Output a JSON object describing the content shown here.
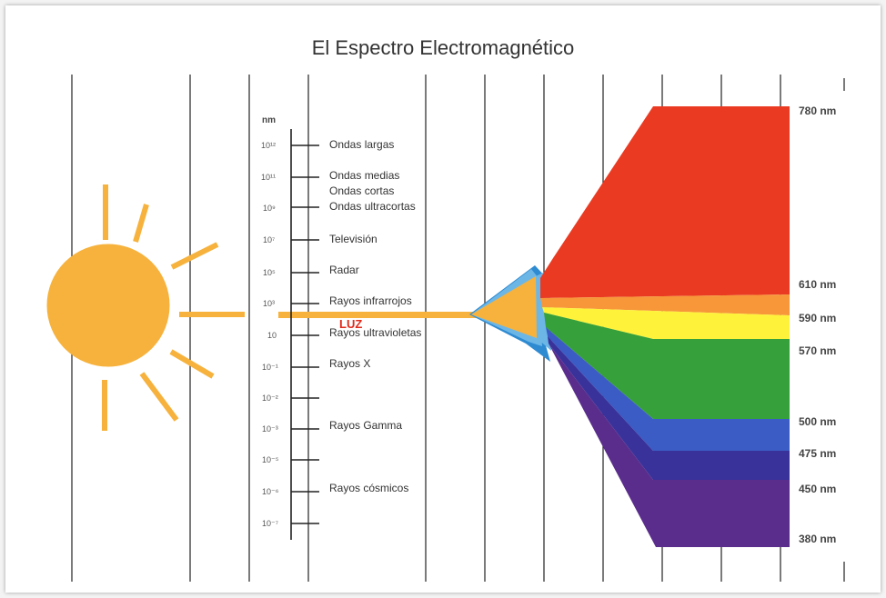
{
  "title": "El Espectro Electromagnético",
  "scale": {
    "unit": "nm",
    "exponents": [
      "10¹²",
      "10¹¹",
      "10⁹",
      "10⁷",
      "10⁵",
      "10³",
      "10",
      "10⁻¹",
      "10⁻²",
      "10⁻³",
      "10⁻⁵",
      "10⁻⁶",
      "10⁻⁷"
    ],
    "labels": [
      "Ondas largas",
      "Ondas medias",
      "Ondas cortas",
      "Ondas ultracortas",
      "Televisión",
      "Radar",
      "Rayos infrarrojos",
      "Rayos ultravioletas",
      "Rayos X",
      "Rayos Gamma",
      "Rayos cósmicos"
    ]
  },
  "light_label": "LUZ",
  "spectrum": {
    "wavelength_labels": [
      "780 nm",
      "610 nm",
      "590 nm",
      "570 nm",
      "500 nm",
      "475 nm",
      "450 nm",
      "380 nm"
    ],
    "colors": {
      "red": "#ea3a22",
      "orange": "#f7973a",
      "yellow": "#fef23a",
      "green": "#36a03a",
      "blue": "#3a5cc4",
      "indigo": "#38329a",
      "violet": "#5a2d8c"
    }
  },
  "colors": {
    "sun": "#f6b23c",
    "prism_light": "#6cb6e6",
    "prism_dark": "#2e8bd2",
    "grid_line": "#222222"
  }
}
